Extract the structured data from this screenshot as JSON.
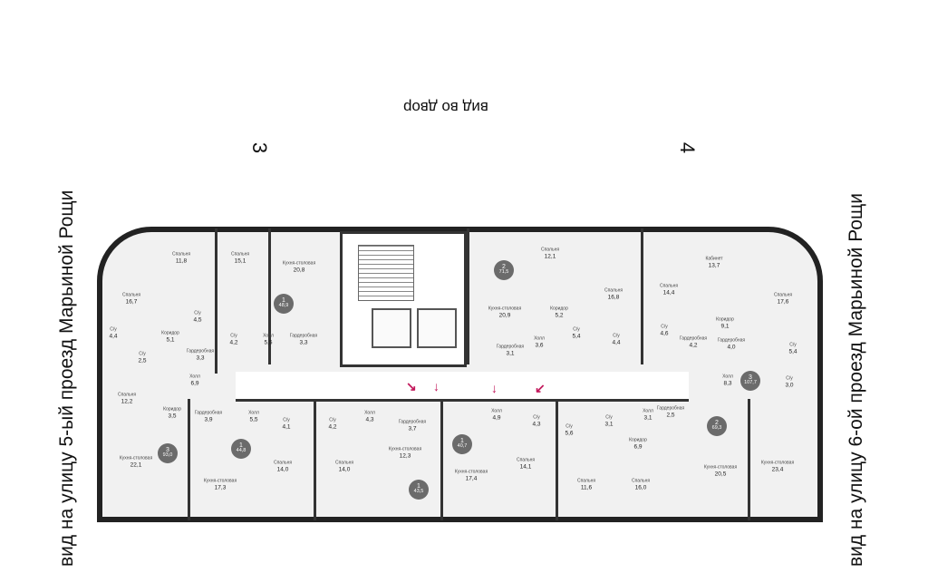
{
  "view_yard": "вид во двор",
  "section_left": "3",
  "section_right": "4",
  "view_left": "вид на улицу 5-ый проезд Марьиной Рощи",
  "view_right": "вид на улицу 6-ой проезд Марьиной Рощи",
  "colors": {
    "wall": "#222222",
    "badge": "#6b6b6b",
    "arrow": "#c2185b"
  },
  "rooms": [
    {
      "name": "Спальня",
      "area": "11,8"
    },
    {
      "name": "Спальня",
      "area": "15,1"
    },
    {
      "name": "Кухня-столовая",
      "area": "20,8"
    },
    {
      "name": "Спальня",
      "area": "16,7"
    },
    {
      "name": "С/у",
      "area": "4,5"
    },
    {
      "name": "С/у",
      "area": "4,4"
    },
    {
      "name": "Коридор",
      "area": "5,1"
    },
    {
      "name": "С/у",
      "area": "4,2"
    },
    {
      "name": "Холл",
      "area": "5,5"
    },
    {
      "name": "Гардеробная",
      "area": "3,3"
    },
    {
      "name": "С/у",
      "area": "2,5"
    },
    {
      "name": "Гардеробная",
      "area": "3,3"
    },
    {
      "name": "Холл",
      "area": "6,9"
    },
    {
      "name": "Спальня",
      "area": "12,2"
    },
    {
      "name": "Коридор",
      "area": "3,5"
    },
    {
      "name": "Гардеробная",
      "area": "3,9"
    },
    {
      "name": "Холл",
      "area": "5,5"
    },
    {
      "name": "С/у",
      "area": "4,1"
    },
    {
      "name": "С/у",
      "area": "4,2"
    },
    {
      "name": "Холл",
      "area": "4,3"
    },
    {
      "name": "Гардеробная",
      "area": "3,7"
    },
    {
      "name": "Кухня-столовая",
      "area": "22,1"
    },
    {
      "name": "Кухня-столовая",
      "area": "17,3"
    },
    {
      "name": "Спальня",
      "area": "14,0"
    },
    {
      "name": "Спальня",
      "area": "14,0"
    },
    {
      "name": "Кухня-столовая",
      "area": "12,3"
    },
    {
      "name": "Спальня",
      "area": "12,1"
    },
    {
      "name": "Кухня-столовая",
      "area": "20,9"
    },
    {
      "name": "Коридор",
      "area": "5,2"
    },
    {
      "name": "Спальня",
      "area": "16,8"
    },
    {
      "name": "Спальня",
      "area": "14,4"
    },
    {
      "name": "Кабинет",
      "area": "13,7"
    },
    {
      "name": "Спальня",
      "area": "17,6"
    },
    {
      "name": "С/у",
      "area": "5,4"
    },
    {
      "name": "С/у",
      "area": "4,4"
    },
    {
      "name": "С/у",
      "area": "4,6"
    },
    {
      "name": "Коридор",
      "area": "9,1"
    },
    {
      "name": "Холл",
      "area": "3,6"
    },
    {
      "name": "Гардеробная",
      "area": "3,1"
    },
    {
      "name": "Гардеробная",
      "area": "4,2"
    },
    {
      "name": "Гардеробная",
      "area": "4,0"
    },
    {
      "name": "С/у",
      "area": "5,4"
    },
    {
      "name": "Холл",
      "area": "8,3"
    },
    {
      "name": "С/у",
      "area": "3,0"
    },
    {
      "name": "Холл",
      "area": "4,9"
    },
    {
      "name": "С/у",
      "area": "4,3"
    },
    {
      "name": "С/у",
      "area": "5,6"
    },
    {
      "name": "С/у",
      "area": "3,1"
    },
    {
      "name": "Холл",
      "area": "3,1"
    },
    {
      "name": "Гардеробная",
      "area": "2,5"
    },
    {
      "name": "Коридор",
      "area": "6,9"
    },
    {
      "name": "Кухня-столовая",
      "area": "17,4"
    },
    {
      "name": "Спальня",
      "area": "14,1"
    },
    {
      "name": "Спальня",
      "area": "11,6"
    },
    {
      "name": "Спальня",
      "area": "16,0"
    },
    {
      "name": "Кухня-столовая",
      "area": "20,5"
    },
    {
      "name": "Кухня-столовая",
      "area": "23,4"
    }
  ],
  "apartments": [
    {
      "rooms": "1",
      "area": "48,9"
    },
    {
      "rooms": "3",
      "area": "93,0"
    },
    {
      "rooms": "1",
      "area": "44,8"
    },
    {
      "rooms": "1",
      "area": "43,5"
    },
    {
      "rooms": "2",
      "area": "71,5"
    },
    {
      "rooms": "3",
      "area": "107,7"
    },
    {
      "rooms": "1",
      "area": "40,7"
    },
    {
      "rooms": "2",
      "area": "69,3"
    }
  ]
}
